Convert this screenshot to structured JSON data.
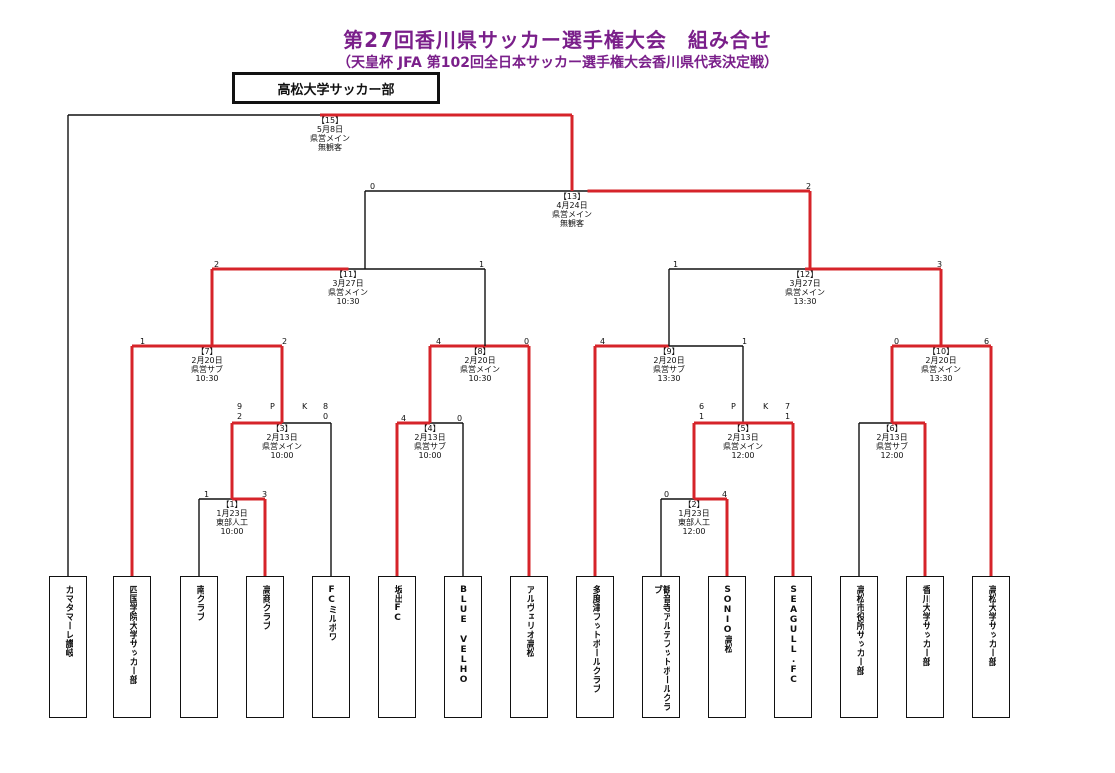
{
  "title": "第27回香川県サッカー選手権大会　組み合せ",
  "subtitle": "（天皇杯 JFA 第102回全日本サッカー選手権大会香川県代表決定戦）",
  "champion": "高松大学サッカー部",
  "colors": {
    "winner_line": "#d6242a",
    "line": "#111111",
    "title": "#7a1f8a"
  },
  "teams": [
    "カマタマーレ讃岐",
    "四国学院大学サッカー部",
    "南クラブ",
    "高商クラブ",
    "FCミルボワ",
    "坂出FC",
    "BLUE VELHO",
    "アルヴェリオ高松",
    "多度津フットボールクラブ",
    "観音寺アルテフットボールクラブ",
    "SONIO高松",
    "SEAGULL.FC",
    "高松市役所サッカー部",
    "香川大学サッカー部",
    "高松大学サッカー部"
  ],
  "matches": {
    "m1": {
      "no": "【1】",
      "date": "1月23日",
      "venue": "東部人工",
      "time": "10:00"
    },
    "m2": {
      "no": "【2】",
      "date": "1月23日",
      "venue": "東部人工",
      "time": "12:00"
    },
    "m3": {
      "no": "【3】",
      "date": "2月13日",
      "venue": "県営メイン",
      "time": "10:00"
    },
    "m4": {
      "no": "【4】",
      "date": "2月13日",
      "venue": "県営サブ",
      "time": "10:00"
    },
    "m5": {
      "no": "【5】",
      "date": "2月13日",
      "venue": "県営メイン",
      "time": "12:00"
    },
    "m6": {
      "no": "【6】",
      "date": "2月13日",
      "venue": "県営サブ",
      "time": "12:00"
    },
    "m7": {
      "no": "【7】",
      "date": "2月20日",
      "venue": "県営サブ",
      "time": "10:30"
    },
    "m8": {
      "no": "【8】",
      "date": "2月20日",
      "venue": "県営メイン",
      "time": "10:30"
    },
    "m9": {
      "no": "【9】",
      "date": "2月20日",
      "venue": "県営サブ",
      "time": "13:30"
    },
    "m10": {
      "no": "【10】",
      "date": "2月20日",
      "venue": "県営メイン",
      "time": "13:30"
    },
    "m11": {
      "no": "【11】",
      "date": "3月27日",
      "venue": "県営メイン",
      "time": "10:30"
    },
    "m12": {
      "no": "【12】",
      "date": "3月27日",
      "venue": "県営メイン",
      "time": "13:30"
    },
    "m13": {
      "no": "【13】",
      "date": "4月24日",
      "venue": "県営メイン",
      "time": "無観客"
    },
    "m15": {
      "no": "【15】",
      "date": "5月8日",
      "venue": "県営メイン",
      "time": "無観客"
    }
  },
  "scores": {
    "m1": [
      "1",
      "3"
    ],
    "m2": [
      "0",
      "4"
    ],
    "m3": [
      "9",
      "8"
    ],
    "m3_pk": [
      "2",
      "0"
    ],
    "m4": [
      "4",
      "0"
    ],
    "m5": [
      "6",
      "7"
    ],
    "m5_pk": [
      "1",
      "1"
    ],
    "m6": [
      "",
      ""
    ],
    "m7": [
      "1",
      "2"
    ],
    "m8": [
      "4",
      "0"
    ],
    "m9": [
      "4",
      "1"
    ],
    "m10": [
      "0",
      "6"
    ],
    "m11": [
      "2",
      "1"
    ],
    "m12": [
      "1",
      "3"
    ],
    "m13": [
      "0",
      "2"
    ]
  },
  "pk_label": [
    "P",
    "K"
  ]
}
